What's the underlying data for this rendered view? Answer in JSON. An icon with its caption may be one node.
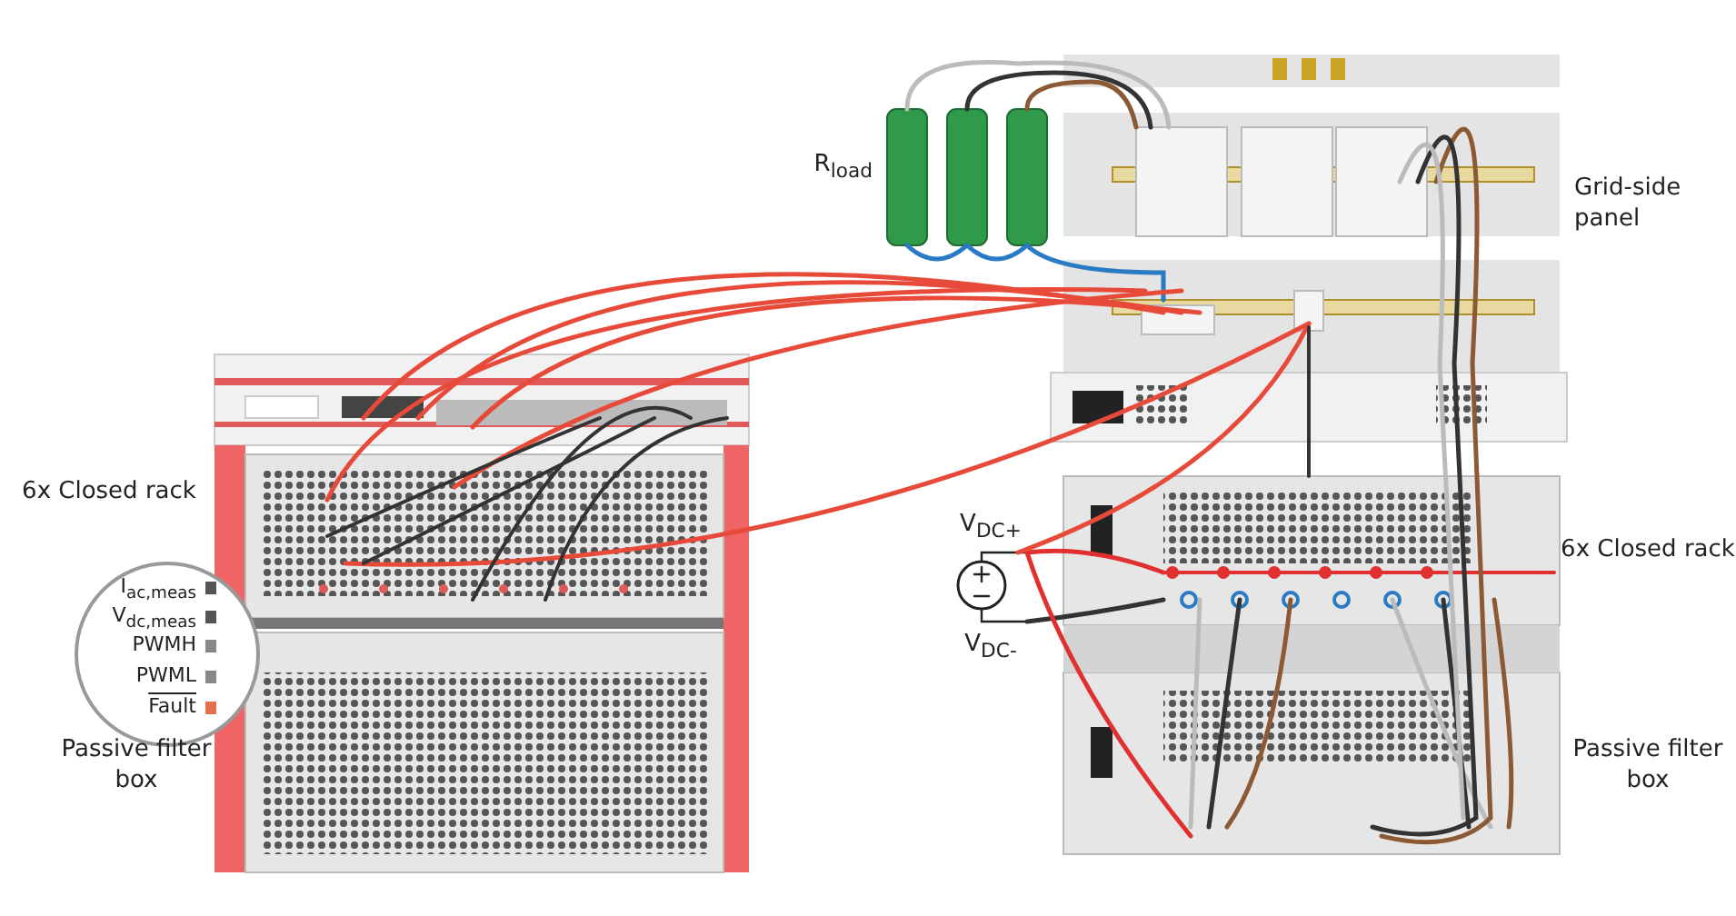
{
  "diagram": {
    "labels": [
      "R$_{load}$",
      "Grid-side panel",
      "6x Closed rack",
      "I$_{ac,meas}$",
      "V$_{dc,meas}$",
      "PWMH",
      "PWML",
      "Fault",
      "Passive filter box",
      "V$_{DC+}$",
      "6x Closed rack",
      "V$_{DC-}$",
      "Passive filter box"
    ]
  }
}
